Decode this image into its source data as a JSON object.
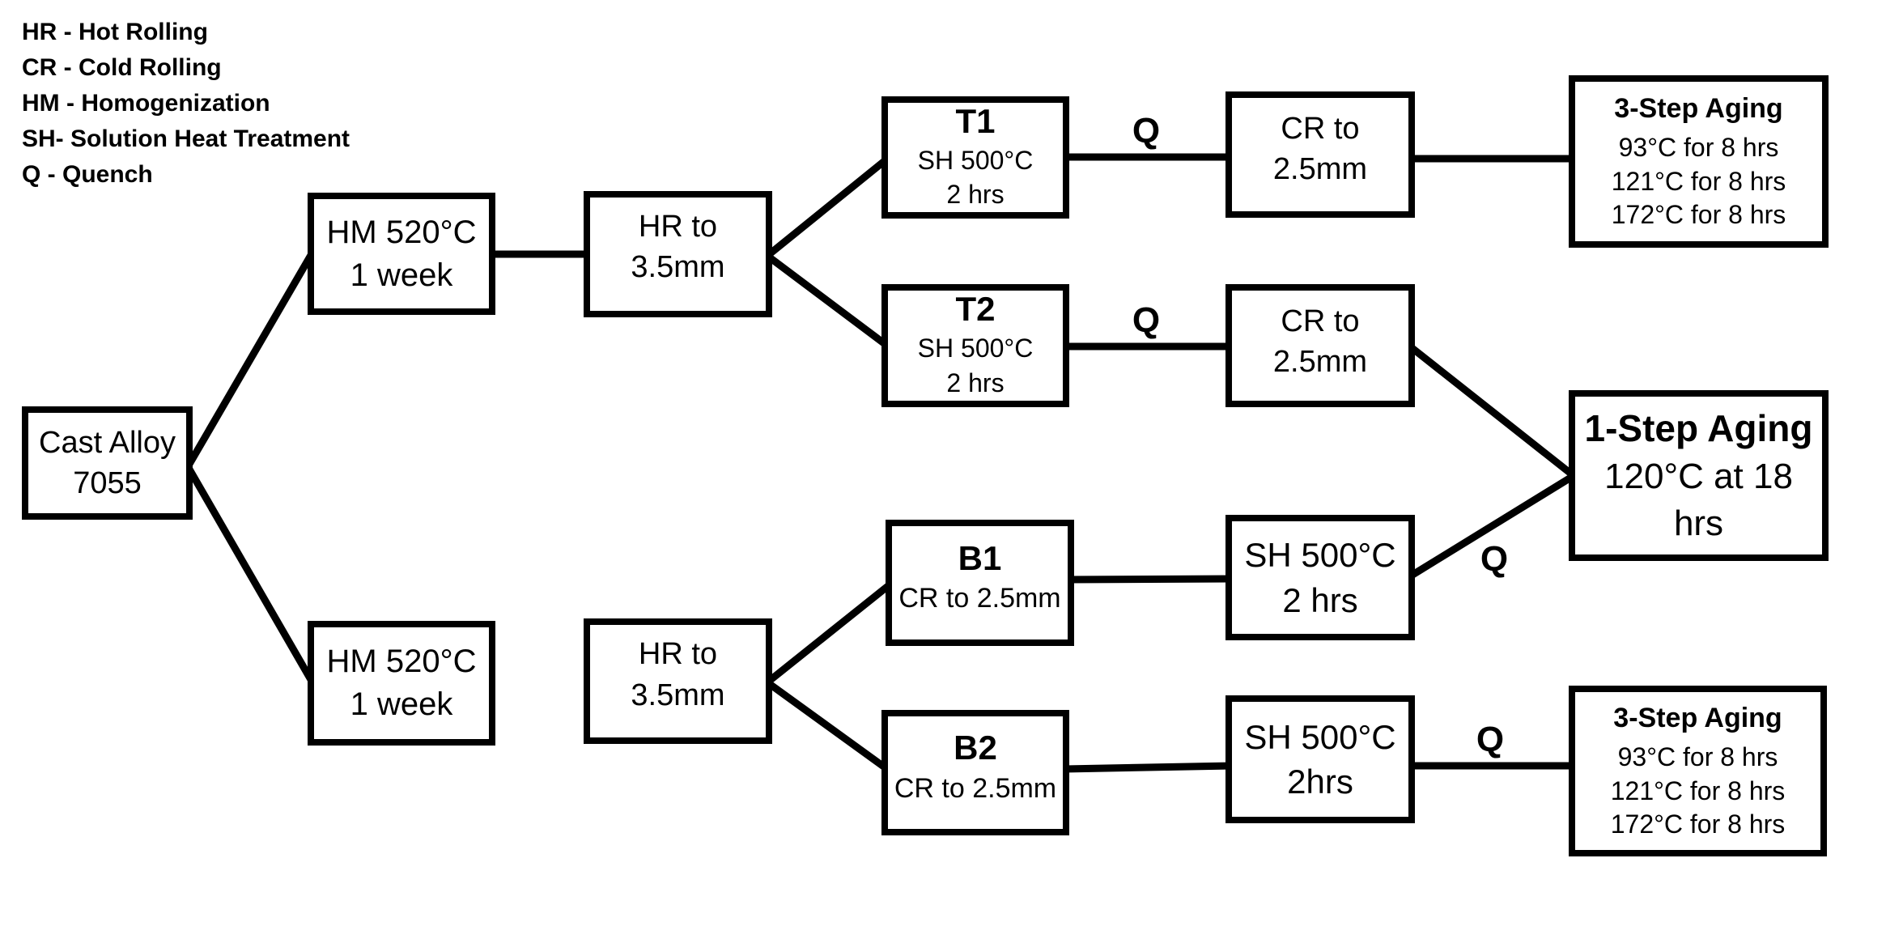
{
  "colors": {
    "background": "#ffffff",
    "box_border": "#000000",
    "connector": "#000000",
    "text": "#000000"
  },
  "legend": {
    "items": [
      "HR - Hot Rolling",
      "CR - Cold Rolling",
      "HM - Homogenization",
      "SH- Solution Heat Treatment",
      "Q - Quench"
    ]
  },
  "nodes": {
    "cast_alloy": {
      "line1": "Cast Alloy",
      "line2": "7055"
    },
    "hm_top": {
      "line1": "HM 520°C",
      "line2": "1 week"
    },
    "hr_top": {
      "line1": "HR to 3.5mm"
    },
    "t1": {
      "title": "T1",
      "line1": "SH 500°C",
      "line2": "2 hrs"
    },
    "cr_t1": {
      "line1": "CR to 2.5mm"
    },
    "aging3_top": {
      "title": "3-Step Aging",
      "line1": "93°C for 8 hrs",
      "line2": "121°C for 8 hrs",
      "line3": "172°C for 8 hrs"
    },
    "t2": {
      "title": "T2",
      "line1": "SH 500°C",
      "line2": "2 hrs"
    },
    "cr_t2": {
      "line1": "CR to 2.5mm"
    },
    "aging1": {
      "title": "1-Step Aging",
      "line1": "120°C at 18 hrs"
    },
    "b1": {
      "title": "B1",
      "line1": "CR to 2.5mm"
    },
    "sh_b1": {
      "line1": "SH 500°C",
      "line2": "2 hrs"
    },
    "hm_bottom": {
      "line1": "HM 520°C",
      "line2": "1 week"
    },
    "hr_bottom": {
      "line1": "HR to 3.5mm"
    },
    "b2": {
      "title": "B2",
      "line1": "CR to 2.5mm"
    },
    "sh_b2": {
      "line1": "SH 500°C",
      "line2": "2hrs"
    },
    "aging3_bottom": {
      "title": "3-Step Aging",
      "line1": "93°C for 8 hrs",
      "line2": "121°C for 8 hrs",
      "line3": "172°C for 8 hrs"
    }
  },
  "edge_labels": {
    "q_after_t1": "Q",
    "q_after_t2": "Q",
    "q_after_sh_b1": "Q",
    "q_after_sh_b2": "Q"
  }
}
